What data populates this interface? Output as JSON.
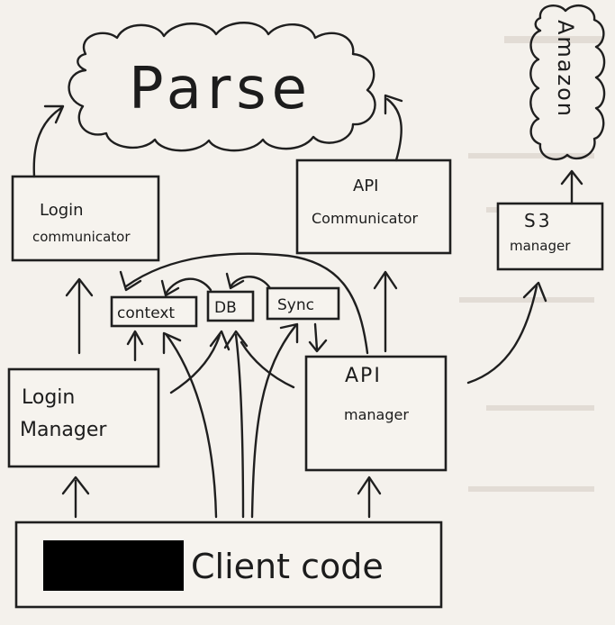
{
  "nodes": {
    "parse": "Parse",
    "amazon": "Amazon",
    "login_communicator": [
      "Login",
      "communicator"
    ],
    "api_communicator": [
      "API",
      "Communicator"
    ],
    "s3_manager": [
      "S3",
      "manager"
    ],
    "context": "context",
    "db": "DB",
    "sync": "Sync",
    "login_manager": [
      "Login",
      "Manager"
    ],
    "api_manager": [
      "API",
      "manager"
    ],
    "client_code": "Client code"
  },
  "colors": {
    "ink": "#1f1f1f",
    "paper": "#f4f1ec",
    "redaction": "#000000"
  }
}
